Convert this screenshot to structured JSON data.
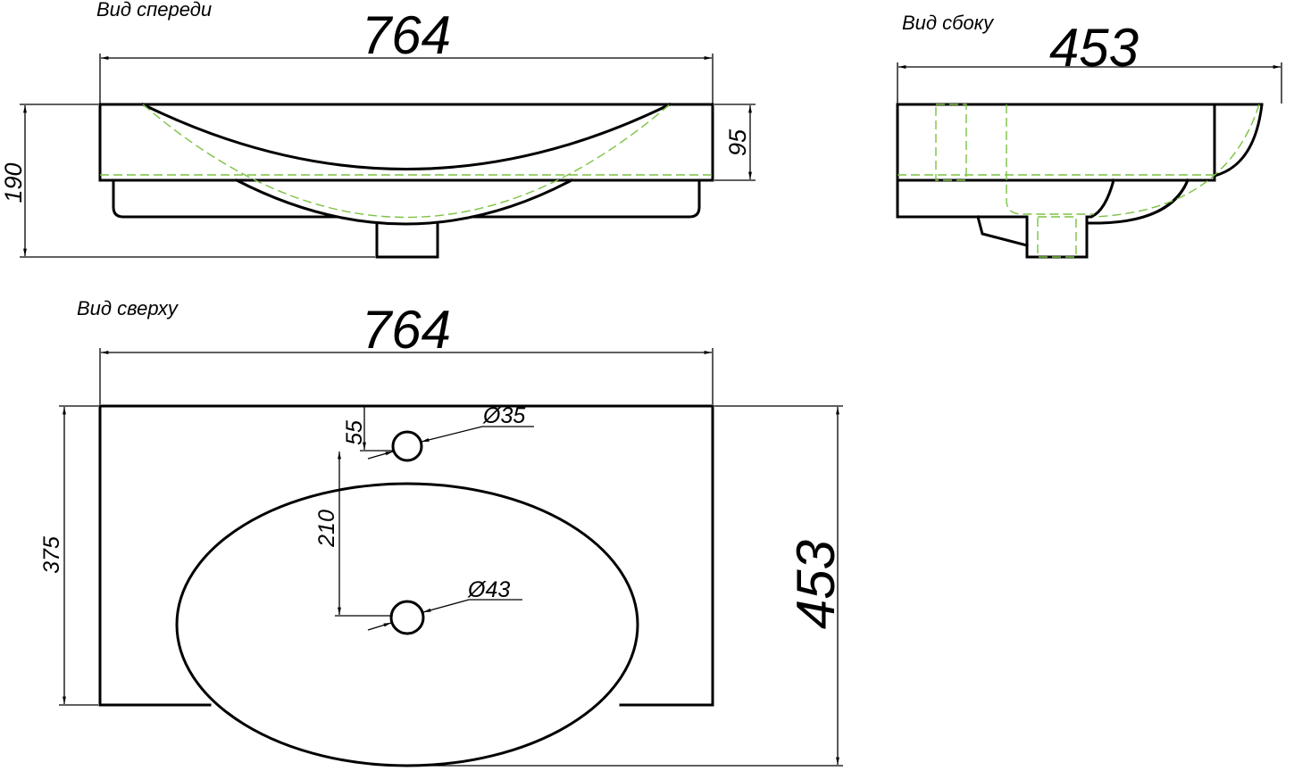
{
  "drawing": {
    "views": {
      "front": {
        "label": "Вид спереди"
      },
      "side": {
        "label": "Вид сбоку"
      },
      "top": {
        "label": "Вид сверху"
      }
    },
    "dimensions": {
      "front_width": "764",
      "front_bowl_height": "95",
      "front_total_height": "190",
      "side_depth": "453",
      "top_width": "764",
      "top_total_depth": "453",
      "top_counter_depth": "375",
      "tap_hole_offset": "55",
      "tap_to_drain_distance": "210",
      "tap_hole_diameter": "Ø35",
      "drain_hole_diameter": "Ø43"
    }
  },
  "colors": {
    "outline": "#000000",
    "hidden_line": "#7cc242",
    "background": "#ffffff"
  }
}
